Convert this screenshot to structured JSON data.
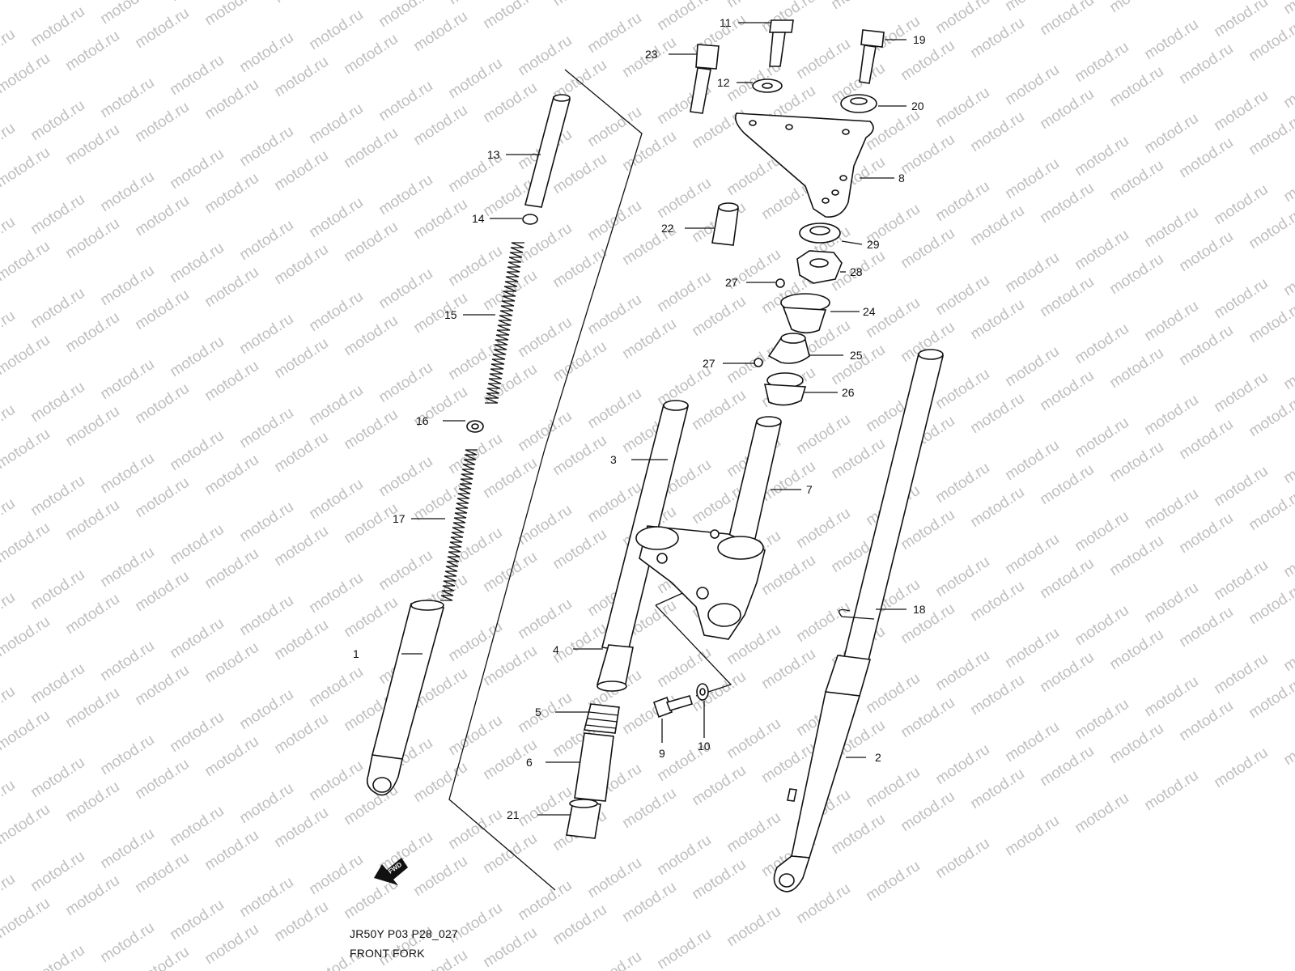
{
  "watermark": "motod.ru",
  "doc": {
    "code": "JR50Y P03 P28_027",
    "title": "FRONT FORK"
  },
  "fwd_label": "FWD",
  "callouts": [
    {
      "id": "lbl-1",
      "text": "1"
    },
    {
      "id": "lbl-2",
      "text": "2"
    },
    {
      "id": "lbl-3",
      "text": "3"
    },
    {
      "id": "lbl-4",
      "text": "4"
    },
    {
      "id": "lbl-5",
      "text": "5"
    },
    {
      "id": "lbl-6",
      "text": "6"
    },
    {
      "id": "lbl-7",
      "text": "7"
    },
    {
      "id": "lbl-8",
      "text": "8"
    },
    {
      "id": "lbl-9",
      "text": "9"
    },
    {
      "id": "lbl-10",
      "text": "10"
    },
    {
      "id": "lbl-11",
      "text": "11"
    },
    {
      "id": "lbl-12",
      "text": "12"
    },
    {
      "id": "lbl-13",
      "text": "13"
    },
    {
      "id": "lbl-14",
      "text": "14"
    },
    {
      "id": "lbl-15",
      "text": "15"
    },
    {
      "id": "lbl-16",
      "text": "16"
    },
    {
      "id": "lbl-17",
      "text": "17"
    },
    {
      "id": "lbl-18",
      "text": "18"
    },
    {
      "id": "lbl-19",
      "text": "19"
    },
    {
      "id": "lbl-20",
      "text": "20"
    },
    {
      "id": "lbl-21",
      "text": "21"
    },
    {
      "id": "lbl-22",
      "text": "22"
    },
    {
      "id": "lbl-23",
      "text": "23"
    },
    {
      "id": "lbl-24",
      "text": "24"
    },
    {
      "id": "lbl-25",
      "text": "25"
    },
    {
      "id": "lbl-26",
      "text": "26"
    },
    {
      "id": "lbl-27a",
      "text": "27"
    },
    {
      "id": "lbl-27b",
      "text": "27"
    },
    {
      "id": "lbl-28",
      "text": "28"
    },
    {
      "id": "lbl-29",
      "text": "29"
    }
  ]
}
